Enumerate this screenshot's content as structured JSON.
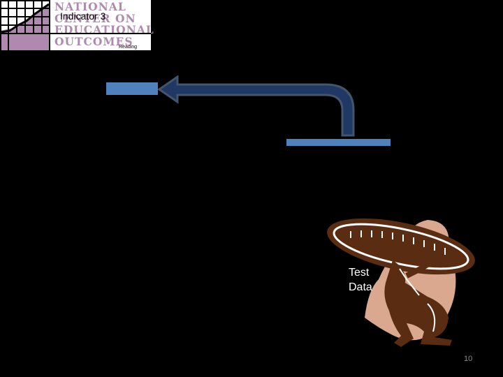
{
  "logo": {
    "words": [
      "NATIONAL",
      "CENTER ON",
      "EDUCATIONAL",
      "OUTCOMES"
    ]
  },
  "slide": {
    "title": "Indicator 3",
    "reading_label": "Reading",
    "figure_caption": "Test\nData",
    "page_number": "10"
  },
  "colors": {
    "background": "#000000",
    "bar_blue": "#4f81bd",
    "arrow_fill": "#1f3864",
    "arrow_outline": "#44546a",
    "logo_purple": "#b08aae",
    "figure_brown": "#5a2d13",
    "figure_backdrop": "#d9a88e"
  },
  "icons": {
    "logo_grid": "rising-grid-icon",
    "arrow": "bent-arrow-left-icon",
    "figure": "atlas-carrying-disc-icon"
  }
}
